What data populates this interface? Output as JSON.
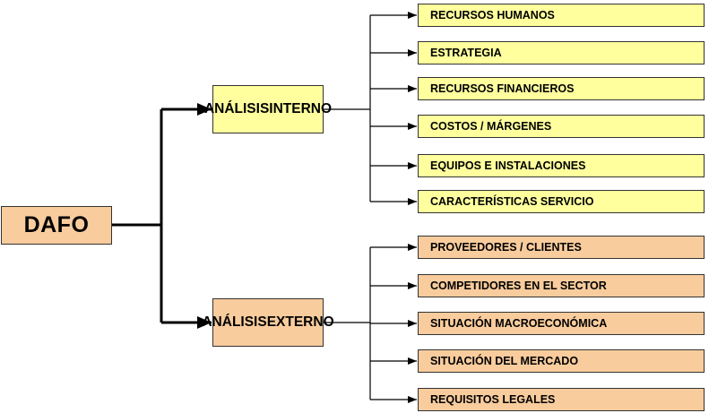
{
  "root": {
    "label": "DAFO"
  },
  "branches": [
    {
      "title_lines": [
        "ANÁLISIS",
        "INTERNO"
      ],
      "items": [
        "RECURSOS HUMANOS",
        "ESTRATEGIA",
        "RECURSOS FINANCIEROS",
        "COSTOS / MÁRGENES",
        "EQUIPOS E INSTALACIONES",
        "CARACTERÍSTICAS SERVICIO"
      ]
    },
    {
      "title_lines": [
        "ANÁLISIS",
        "EXTERNO"
      ],
      "items": [
        "PROVEEDORES / CLIENTES",
        "COMPETIDORES EN EL SECTOR",
        "SITUACIÓN MACROECONÓMICA",
        "SITUACIÓN DEL MERCADO",
        "REQUISITOS LEGALES"
      ]
    }
  ],
  "colors": {
    "internal_fill": "#ffff9e",
    "external_fill": "#f9cc9d",
    "line": "#000000"
  }
}
